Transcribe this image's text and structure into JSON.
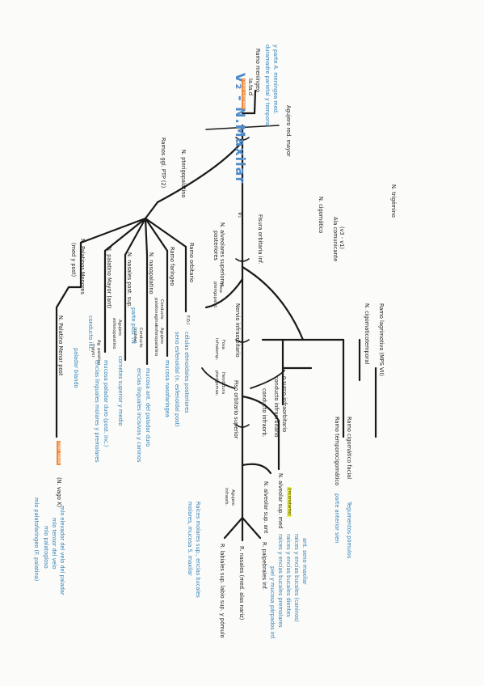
{
  "title": "V₂ - N.Maxilar",
  "top_branches": {
    "ramo_meningeo": "Ramo meningeo",
    "ramo_meningeo_detail_1": "duramadre parietal y temporal",
    "ramo_meningeo_detail_2": "y parte A. meníngea med.",
    "tag_1": "Ia.ta.d",
    "tag_2": "Hiato Cerrado",
    "agujero_redondo": "Agujero red. mayor"
  },
  "trigeminal": {
    "n_trigemino": "N. trigémino",
    "anastomosis": "Ala comunicante",
    "anastomosis_2": "(v3 - v1)",
    "n_cigomatico": "N. cigomático",
    "ramo_lagrimal": "Ramo lagrimotivo (MPS VII)",
    "n_cigomaticotemporal": "N. cigomaticotemporal",
    "ramo_cigomaticofacial": "Ramo cigomático facial",
    "ramo_cigomaticofacial_blue": "Tegumentos pómulos",
    "ramo_temporal": "Ramo temporocigomático",
    "ramo_temporal_blue": "parte anterior sien"
  },
  "pterigopalatine": {
    "n_pterigopalatino": "N. pterigopalatino",
    "ramos_ggl": "Ramos ggl. PTP (2)",
    "ramo_orbitario": "Ramo orbitario",
    "ramo_orbitario_sub": "F.O.I",
    "ramo_orbitario_blue_1": "células etmoidales posteriores",
    "ramo_orbitario_blue_2": "seno esfenoidal (n. esfenoidal post)",
    "ramo_faringeo": "Ramo faríngeo",
    "ramo_faringeo_sub_1": "Conducto",
    "ramo_faringeo_sub_2": "palatovaginal",
    "ramo_faringeo_sub_3": "Agujero",
    "ramo_faringeo_sub_4": "esfenopalatino",
    "ramo_faringeo_blue": "mucosa nasofaríngea",
    "n_nasopalatino": "N. nasopalatino",
    "n_nasopalatino_sub_1": "Conducto",
    "n_nasopalatino_sub_2": "incisivo",
    "n_nasopalatino_blue_1": "parte post TN",
    "n_nasopalatino_blue_2": "mucosa ant. del paladar duro",
    "n_nasopalatino_blue_3": "encías linguales incisivos y caninos",
    "n_nasales_post": "N. nasales post. sup.",
    "n_nasales_sub_1": "Agujero",
    "n_nasales_sub_2": "esfenopalatino",
    "n_nasales_blue_1": "cornetes superior y medio",
    "n_palatino_mayor": "N. palatino Mayor (ant)",
    "n_palatino_mayor_sub_1": "Ag. palatino",
    "n_palatino_mayor_sub_2": "mayor",
    "n_palatino_mayor_blue_1": "conducto inc.",
    "n_palatino_mayor_blue_2": "mucosa paladar duro (post. inc.)",
    "n_palatino_mayor_blue_3": "encías linguales molares y premolares",
    "n_palatinos_menores": "N. Palatinos Menores",
    "n_palatinos_menores_2": "(med y post)",
    "n_palatino_menor_post": "N. Palatino Menor post",
    "n_palatino_menor_blue": "paladar blando",
    "inter_nasal": "inter nasal",
    "n_vago": "(N. vago X)",
    "m_elevador": "mlo elevador del velo del paladar",
    "m_tensor": "mlo tensor del velo",
    "m_palatogloso": "mlo palatogloso",
    "m_palatofaringeo": "mlo palatofaríngeo (F. palatina)"
  },
  "infraorbital": {
    "v2_label": "V₂",
    "fisura": "Fisura orbitaria inf.",
    "n_alveolares_post": "N. alveolares superiores",
    "n_alveolares_post_2": "posteriores",
    "fosa_ptg": "Fosa",
    "fosa_ptg_2": "pterigopalat.",
    "n_infraorbitario": "Nervio infraorbitario",
    "fosa_sub_1": "Fosa",
    "fosa_sub_2": "infratemp.",
    "fosa_sub_3": "Hendidura",
    "fosa_sub_4": "pterigomax.",
    "piso_orbita": "Piso orbitario superior",
    "conducto_infraorb": "conducto infraorbitario",
    "surco": "o surco infraorbitario",
    "conducto_infraorb_2": "conducto infraorb.",
    "n_alv_med": "N. alveolar sup. med",
    "n_alv_med_hl": "(inconstante)",
    "n_alv_med_blue_1": "raíces y encías bucales premolares",
    "n_alv_med_blue_2": "raíces y encías bucales dientes",
    "n_alv_ant": "N. alveolar sup. ant",
    "n_alv_ant_blue_1": "raíces y encías bucales (caninos)",
    "n_alv_ant_blue_2": "ant. seno maxilar",
    "agujero_infraorb": "Agujero",
    "agujero_infraorb_2": "infraorb.",
    "r_palpebrales": "R. palpebrales inf.",
    "r_palpebrales_blue": "piel y mucosa párpados inf.",
    "r_nasales": "R. nasales (med. alas nariz)",
    "r_labiales": "R. labiales sup. labio sup. y pómulo",
    "alveolar_post_blue_1": "Raíces molares sup., encías bucales",
    "alveolar_post_blue_2": "molares, mucosa S. maxilar"
  }
}
